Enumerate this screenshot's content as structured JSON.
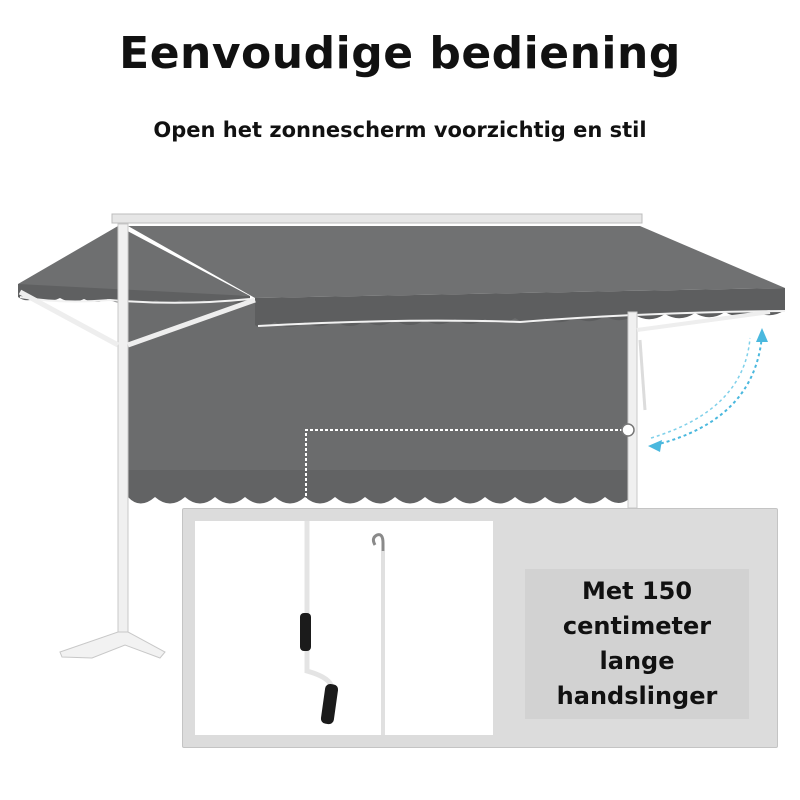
{
  "header": {
    "title": "Eenvoudige bediening",
    "subtitle": "Open het zonnescherm voorzichtig en stil"
  },
  "callout": {
    "line1": "Met 150",
    "line2": "centimeter lange",
    "line3": "handslinger"
  },
  "colors": {
    "fabric": "#6b6c6d",
    "fabric_dark": "#58595a",
    "frame": "#ececec",
    "accent_arrow": "#4ab8de",
    "inset_bg": "#dcdcdc"
  },
  "icons": {
    "rotate_arrow": "curved-double-arrow-icon",
    "pointer": "callout-dot-icon"
  }
}
